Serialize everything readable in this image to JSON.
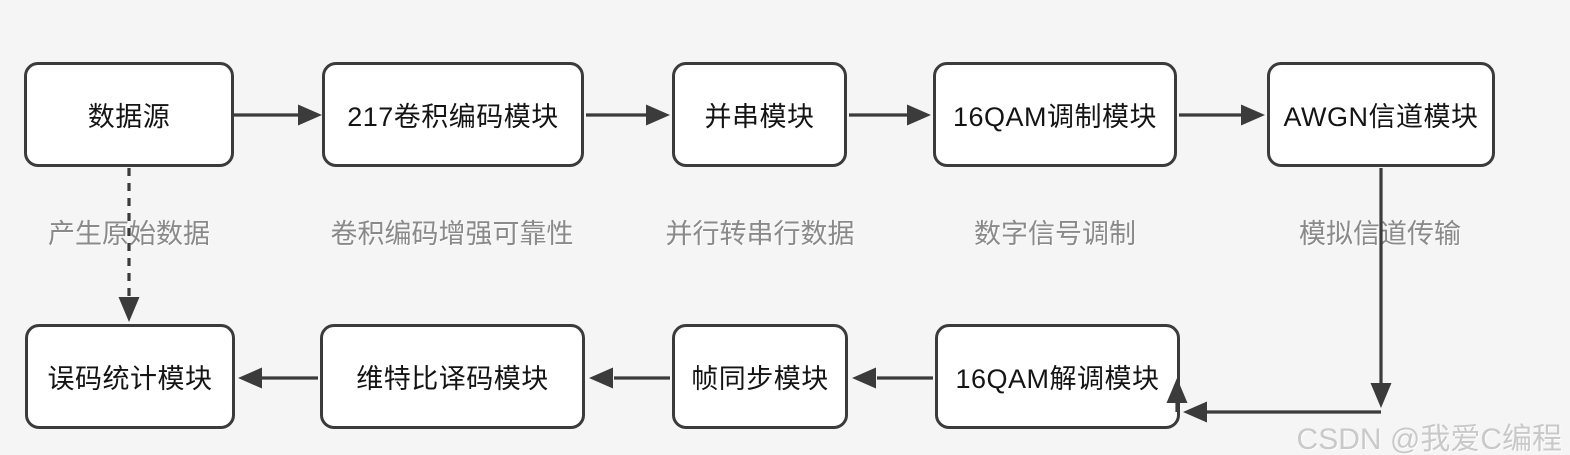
{
  "page": {
    "watermark": "CSDN @我爱C编程",
    "background_color": "#f5f5f6"
  },
  "colors": {
    "box_border": "#3b3b3b",
    "box_fill": "#ffffff",
    "box_text": "#141414",
    "connector": "#3b3b3b",
    "caption_text": "#8a8a8a",
    "watermark_text": "#c9c9c9"
  },
  "flow": {
    "top_row": [
      {
        "label": "数据源",
        "caption": "产生原始数据"
      },
      {
        "label": "217卷积编码模块",
        "caption": "卷积编码增强可靠性"
      },
      {
        "label": "并串模块",
        "caption": "并行转串行数据"
      },
      {
        "label": "16QAM调制模块",
        "caption": "数字信号调制"
      },
      {
        "label": "AWGN信道模块",
        "caption": "模拟信道传输"
      }
    ],
    "bottom_row": [
      {
        "label": "误码统计模块"
      },
      {
        "label": "维特比译码模块"
      },
      {
        "label": "帧同步模块"
      },
      {
        "label": "16QAM解调模块"
      }
    ]
  }
}
